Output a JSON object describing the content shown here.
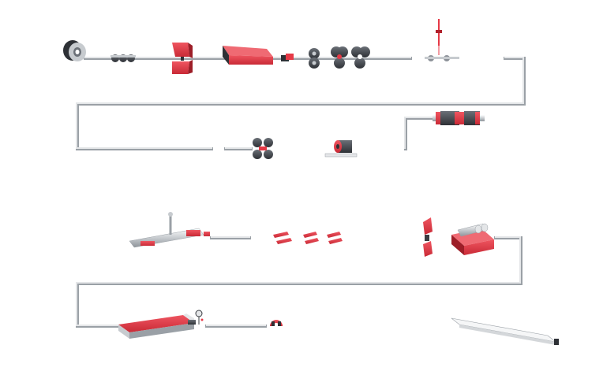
{
  "diagram": {
    "kind": "production-line",
    "colors": {
      "accent": "#e63946",
      "accent_dark": "#b0212c",
      "steel": "#3a3d42",
      "steel_light": "#8d9299",
      "track": "#d9dcdf",
      "track_shadow": "#9aa0a6",
      "background": "#ffffff"
    },
    "stations": [
      {
        "id": "coil-uncoiler",
        "icon": "coil-icon"
      },
      {
        "id": "feed-rollers",
        "icon": "roller-icon"
      },
      {
        "id": "shear",
        "icon": "shear-icon"
      },
      {
        "id": "welder",
        "icon": "welder-icon"
      },
      {
        "id": "pinch-rollers",
        "icon": "roller-icon"
      },
      {
        "id": "forming-rolls",
        "icon": "forming-roll-icon"
      },
      {
        "id": "welding-torch",
        "icon": "torch-icon"
      },
      {
        "id": "sizing-rolls",
        "icon": "roller-icon"
      },
      {
        "id": "induction-coil",
        "icon": "coil-icon"
      },
      {
        "id": "loop-accumulator",
        "icon": "accumulator-icon"
      },
      {
        "id": "straightener",
        "icon": "straightener-icon"
      },
      {
        "id": "guide-clamps",
        "icon": "clamp-icon"
      },
      {
        "id": "flying-saw",
        "icon": "saw-icon"
      },
      {
        "id": "bundler",
        "icon": "bundle-icon"
      },
      {
        "id": "run-out-table",
        "icon": "table-icon"
      },
      {
        "id": "marking-unit",
        "icon": "marking-icon"
      },
      {
        "id": "output-pipe",
        "icon": "pipe-icon"
      }
    ]
  }
}
